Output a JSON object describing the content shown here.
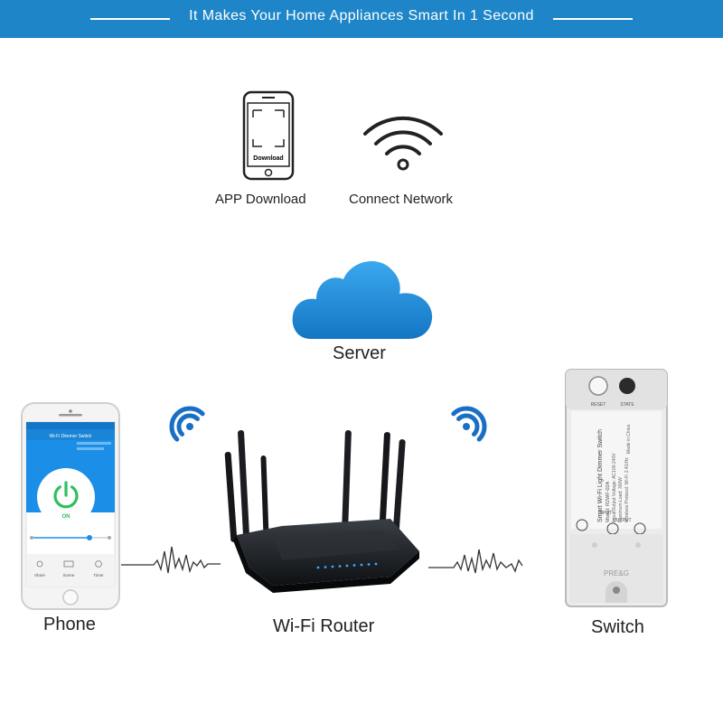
{
  "banner": {
    "title": "It Makes Your Home Appliances Smart In 1 Second",
    "color": "#1e86c8"
  },
  "steps": [
    {
      "label": "APP Download",
      "icon": "phone-download-icon",
      "icon_text": "Download"
    },
    {
      "label": "Connect Network",
      "icon": "wifi-signal-icon"
    }
  ],
  "cloud": {
    "label": "Server",
    "icon": "cloud-icon",
    "color": "#1e90d8"
  },
  "devices": [
    {
      "label": "Phone",
      "icon": "smartphone-icon"
    },
    {
      "label": "Wi-Fi Router",
      "icon": "router-icon"
    },
    {
      "label": "Switch",
      "icon": "smart-switch-icon"
    }
  ],
  "phone_screen": {
    "title": "Wi-Fi Dimmer Switch",
    "state": "ON",
    "tabs": [
      "Share",
      "Scene",
      "Timer"
    ]
  },
  "switch_device": {
    "buttons": [
      "RESET",
      "STATE"
    ],
    "name": "Smart Wi-Fi Light Dimmer Switch",
    "model": "Model: R2WF-02A",
    "origin": "Made in China",
    "terminals_in": "INPUT",
    "terminals_out": "OUTPUT",
    "brand": "PRE&G"
  }
}
